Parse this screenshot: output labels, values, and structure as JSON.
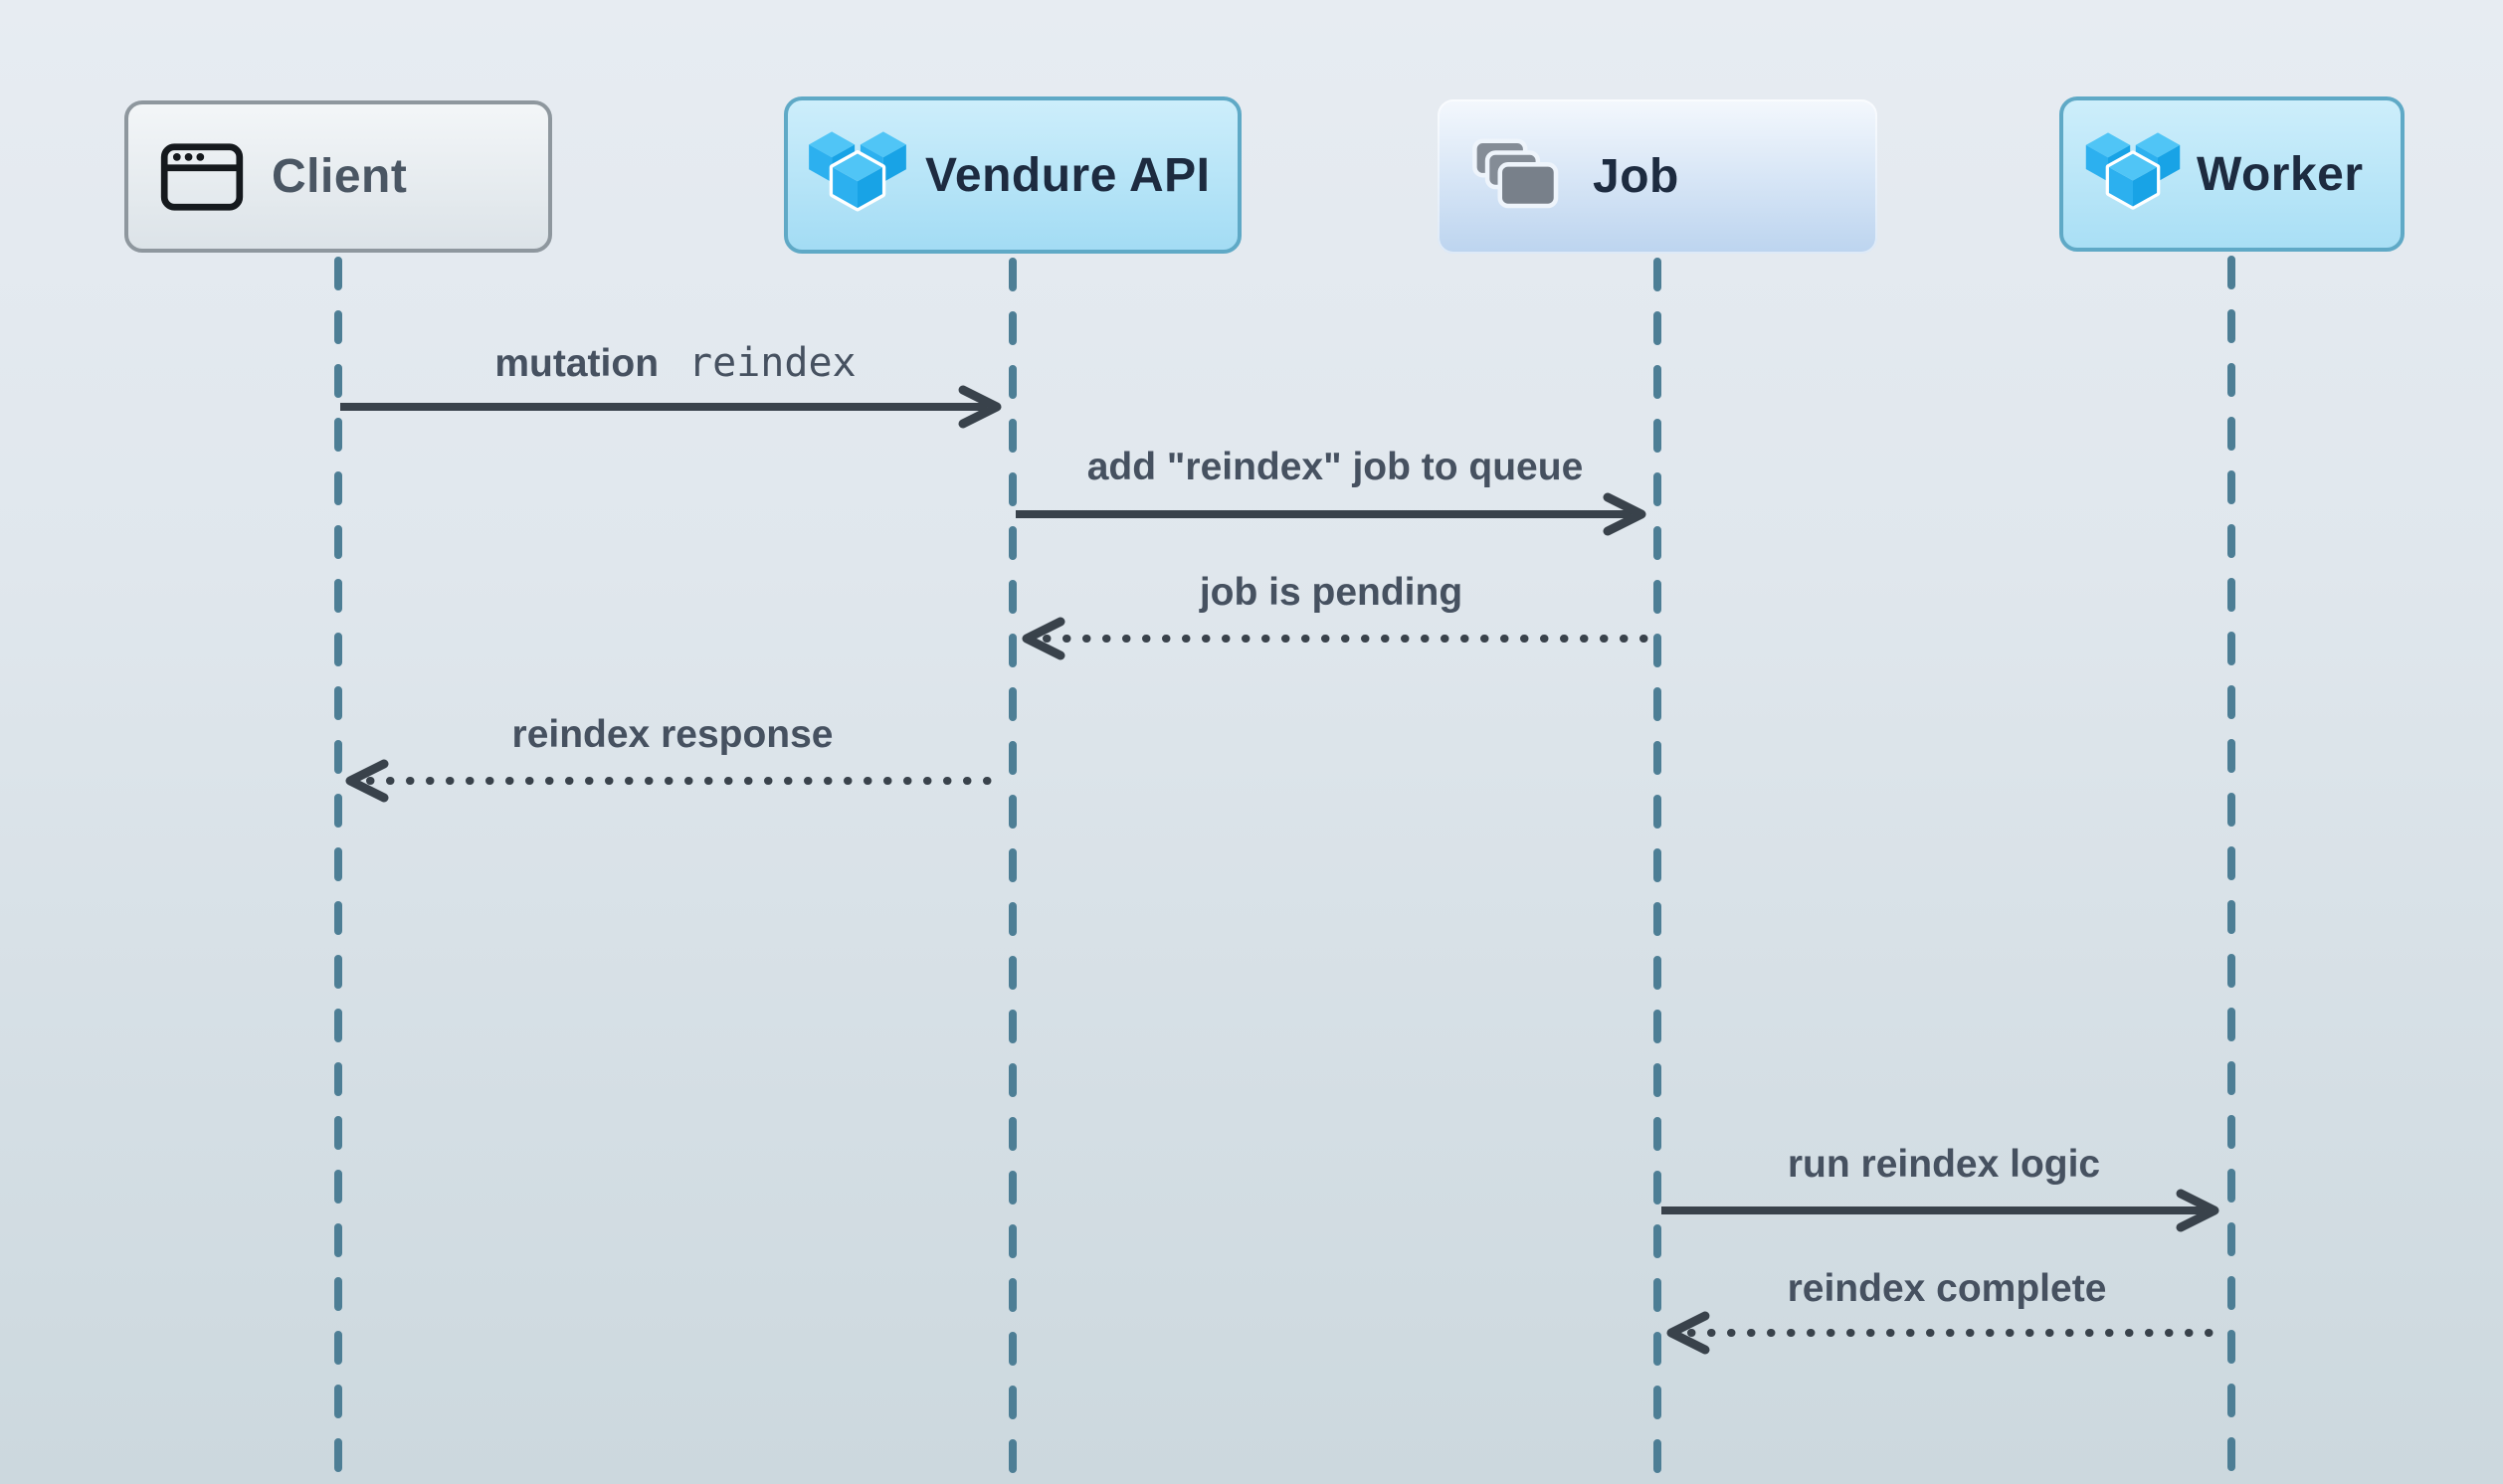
{
  "diagram_type": "sequence",
  "actors": [
    {
      "label": "Client",
      "icon": "browser-window-icon"
    },
    {
      "label": "Vendure API",
      "icon": "vendure-logo-icon"
    },
    {
      "label": "Job",
      "icon": "stacked-cards-icon"
    },
    {
      "label": "Worker",
      "icon": "vendure-logo-icon"
    }
  ],
  "messages": [
    {
      "from": "Client",
      "to": "Vendure API",
      "label_plain": "mutation",
      "label_code": "reindex",
      "line": "solid",
      "direction": "right"
    },
    {
      "from": "Vendure API",
      "to": "Job",
      "label": "add \"reindex\" job to queue",
      "line": "solid",
      "direction": "right"
    },
    {
      "from": "Job",
      "to": "Vendure API",
      "label": "job is pending",
      "line": "dotted",
      "direction": "left"
    },
    {
      "from": "Vendure API",
      "to": "Client",
      "label": "reindex response",
      "line": "dotted",
      "direction": "left"
    },
    {
      "from": "Job",
      "to": "Worker",
      "label": "run reindex logic",
      "line": "solid",
      "direction": "right"
    },
    {
      "from": "Worker",
      "to": "Job",
      "label": "reindex complete",
      "line": "dotted",
      "direction": "left"
    }
  ],
  "colors": {
    "background_top": "#e7ecf2",
    "background_bottom": "#ccd8de",
    "lifeline": "#4d7e95",
    "arrow": "#39424b",
    "message_text": "#465160",
    "client_box_border": "#8e979e",
    "client_label": "#4a5663",
    "blue_box_border": "#5fa9c6",
    "blue_box_top": "#cdeefb",
    "blue_box_bottom": "#a3dcf4",
    "job_box_top": "#f4f8fd",
    "job_box_bottom": "#bcd4ef",
    "dark_label": "#1d2b40",
    "vendure_cube_top": "#50c5f6",
    "vendure_cube_left": "#2cb0ef",
    "vendure_cube_right": "#18a3e6",
    "job_card_gray": "#7e8791"
  }
}
